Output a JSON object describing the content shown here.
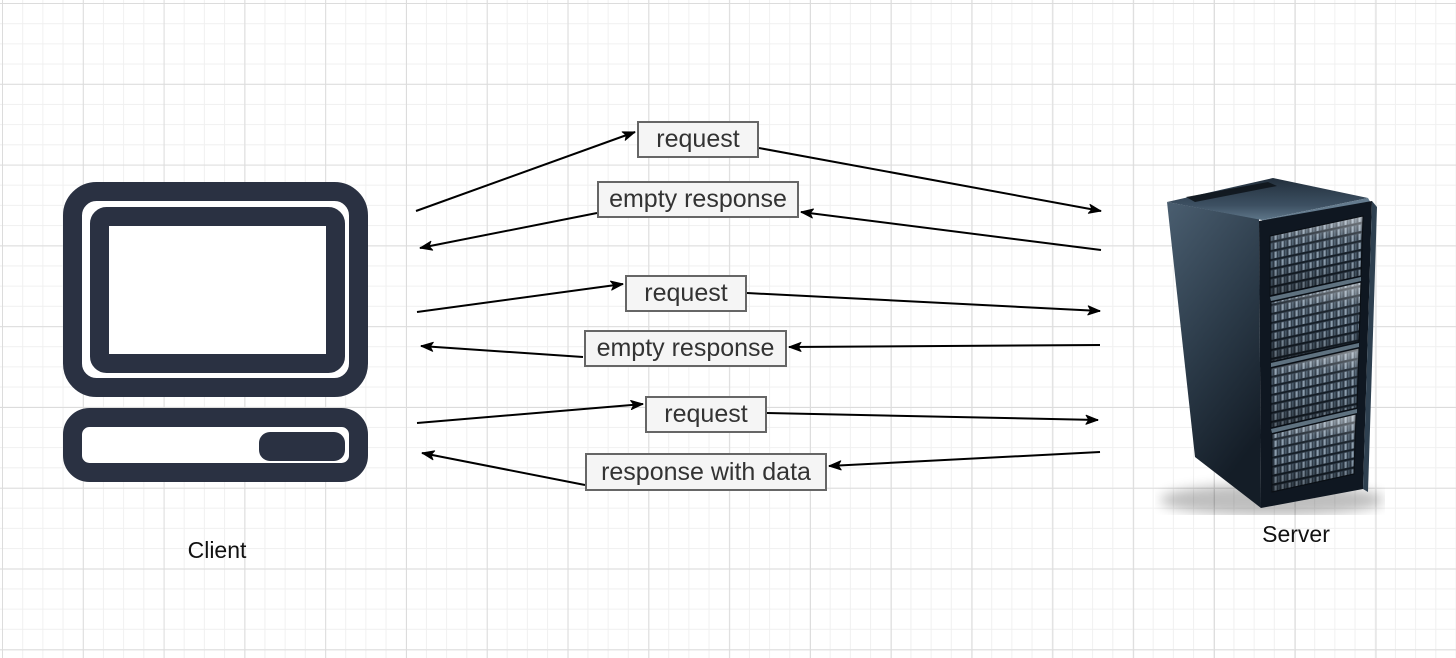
{
  "diagram": {
    "nodes": {
      "client": {
        "label": "Client",
        "icon": "desktop-computer-icon"
      },
      "server": {
        "label": "Server",
        "icon": "server-rack-icon"
      }
    },
    "messages": [
      {
        "label": "request",
        "from": "client",
        "to": "server"
      },
      {
        "label": "empty response",
        "from": "server",
        "to": "client"
      },
      {
        "label": "request",
        "from": "client",
        "to": "server"
      },
      {
        "label": "empty response",
        "from": "server",
        "to": "client"
      },
      {
        "label": "request",
        "from": "client",
        "to": "server"
      },
      {
        "label": "response with data",
        "from": "server",
        "to": "client"
      }
    ],
    "colors": {
      "background": "#ffffff",
      "grid_minor": "#f0f0f0",
      "grid_major": "#dcdcdc",
      "message_box_fill": "#f5f5f5",
      "message_box_border": "#666666",
      "message_box_text": "#333333",
      "arrow": "#000000",
      "client_icon": "#2a3142",
      "node_label_text": "#111111"
    }
  }
}
